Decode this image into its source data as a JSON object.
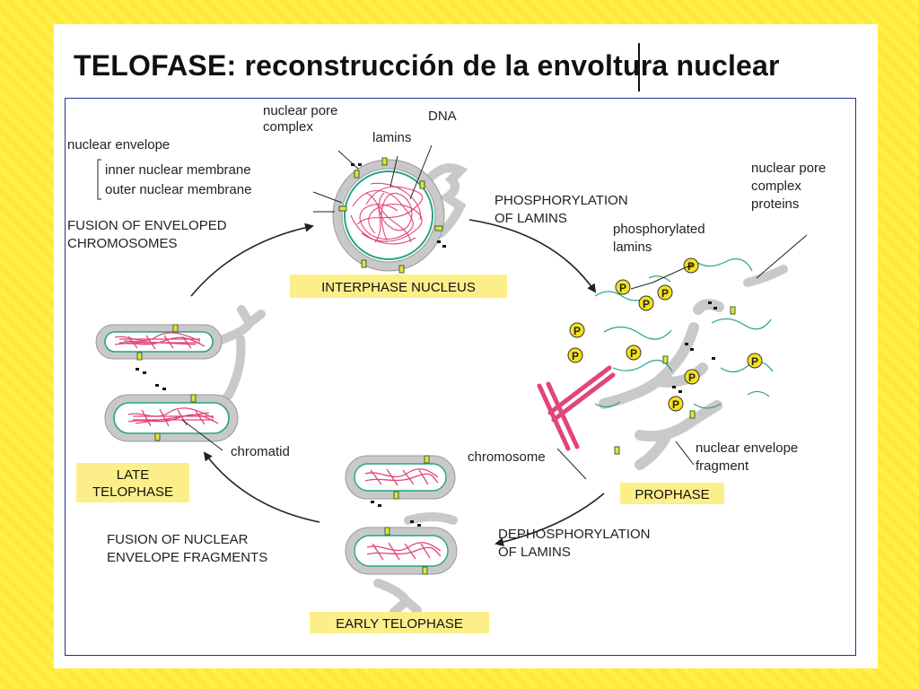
{
  "slide": {
    "title": "TELOFASE: reconstrucción de la envoltura nuclear"
  },
  "diagram": {
    "labels": {
      "nuclear_pore_complex_1": "nuclear pore",
      "nuclear_pore_complex_2": "complex",
      "dna": "DNA",
      "lamins": "lamins",
      "nuclear_envelope": "nuclear envelope",
      "inner_membrane": "inner nuclear membrane",
      "outer_membrane": "outer nuclear membrane",
      "fusion_enveloped_1": "FUSION OF ENVELOPED",
      "fusion_enveloped_2": "CHROMOSOMES",
      "phosphorylation_1": "PHOSPHORYLATION",
      "phosphorylation_2": "OF LAMINS",
      "pore_proteins_1": "nuclear pore",
      "pore_proteins_2": "complex",
      "pore_proteins_3": "proteins",
      "phospho_lamins_1": "phosphorylated",
      "phospho_lamins_2": "lamins",
      "chromatid": "chromatid",
      "chromosome": "chromosome",
      "envelope_fragment_1": "nuclear envelope",
      "envelope_fragment_2": "fragment",
      "fusion_fragments_1": "FUSION OF NUCLEAR",
      "fusion_fragments_2": "ENVELOPE FRAGMENTS",
      "dephosphorylation_1": "DEPHOSPHORYLATION",
      "dephosphorylation_2": "OF LAMINS",
      "phosphate_symbol": "P"
    },
    "stages": {
      "interphase": "INTERPHASE NUCLEUS",
      "prophase": "PROPHASE",
      "early_telophase": "EARLY TELOPHASE",
      "late_telophase_1": "LATE",
      "late_telophase_2": "TELOPHASE"
    },
    "colors": {
      "membrane_gray": "#c9c9c9",
      "lamina_teal": "#27a38a",
      "chromatin_pink": "#e0457b",
      "phosphate_yellow": "#f4e21c",
      "stage_label_bg": "#fcef8a",
      "figure_border": "#23308a",
      "background_yellow": "#fff04a"
    }
  }
}
